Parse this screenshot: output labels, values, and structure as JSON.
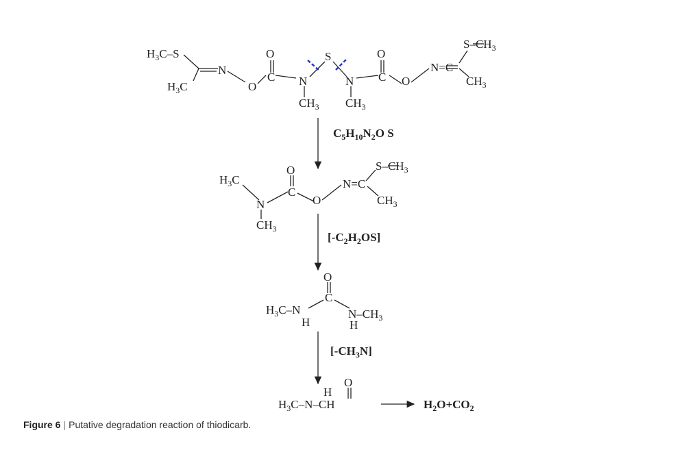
{
  "reagents": {
    "step1": "C5H10N2O S",
    "step2": "[-C2H2OS]",
    "step3": "[-CH3N]"
  },
  "products": "H2O+CO2",
  "caption": {
    "label": "Figure 6",
    "separator": "|",
    "text": "Putative degradation reaction of thiodicarb."
  },
  "colors": {
    "cleavage_mark": "#2233cc",
    "ink": "#222222"
  }
}
